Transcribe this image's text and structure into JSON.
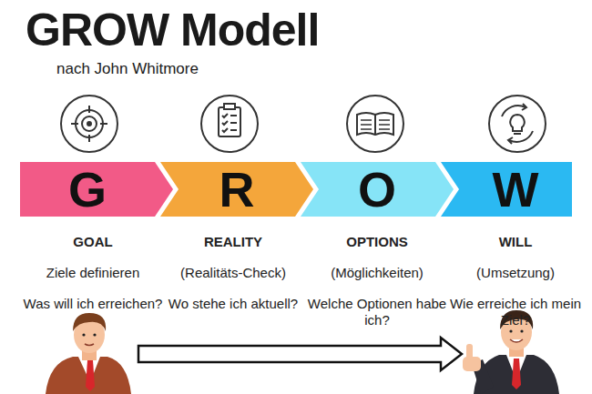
{
  "diagram": {
    "title": "GROW Modell",
    "nodes": [
      {
        "text": [
          "G",
          "GOAL",
          "Ziele definieren",
          "Was will ich erreichen?"
        ]
      },
      {
        "text": [
          "R",
          "REALITY",
          "(Realitäts-Check)",
          "Wo stehe ich aktuell?"
        ]
      },
      {
        "text": [
          "O",
          "OPTIONS",
          "(Möglichkeiten)",
          "Welche Optionen habe ich?"
        ]
      },
      {
        "text": [
          "W",
          "WILL",
          "(Umsetzung)",
          "Wie erreiche ich mein Ziel?"
        ]
      }
    ],
    "labels": [
      "nach John Whitmore"
    ]
  }
}
